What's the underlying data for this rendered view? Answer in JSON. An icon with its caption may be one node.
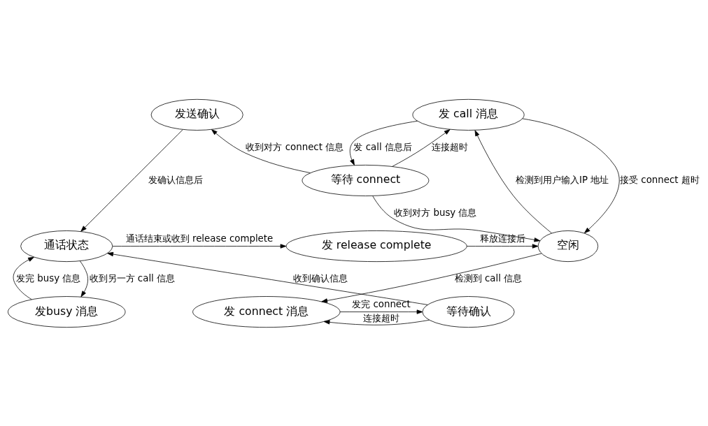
{
  "diagram": {
    "nodes": [
      {
        "text": [
          "等待 connect"
        ]
      },
      {
        "text": [
          "发 call 消息"
        ]
      },
      {
        "text": [
          "发送确认"
        ]
      },
      {
        "text": [
          "空闲"
        ]
      },
      {
        "text": [
          "发 release complete"
        ]
      },
      {
        "text": [
          "通话状态"
        ]
      },
      {
        "text": [
          "发 connect 消息"
        ]
      },
      {
        "text": [
          "等待确认"
        ]
      },
      {
        "text": [
          "发busy 消息"
        ]
      }
    ],
    "edges": [
      {
        "from": 1,
        "to": 0,
        "arrow": "to",
        "label": "发 call 信息后"
      },
      {
        "from": 0,
        "to": 1,
        "arrow": "to",
        "label": "连接超时"
      },
      {
        "from": 0,
        "to": 2,
        "arrow": "to",
        "label": "收到对方 connect 信息"
      },
      {
        "from": 0,
        "to": 3,
        "arrow": "to",
        "label": "收到对方 busy 信息"
      },
      {
        "from": 3,
        "to": 1,
        "arrow": "to",
        "label": "检测到用户输入IP 地址"
      },
      {
        "from": 1,
        "to": 3,
        "arrow": "to",
        "label": "接受 connect 超时"
      },
      {
        "from": 2,
        "to": 5,
        "arrow": "to",
        "label": "发确认信息后"
      },
      {
        "from": 5,
        "to": 4,
        "arrow": "to",
        "label": "通话结束或收到 release complete"
      },
      {
        "from": 4,
        "to": 3,
        "arrow": "to",
        "label": "释放连接后"
      },
      {
        "from": 3,
        "to": 6,
        "arrow": "to",
        "label": "检测到 call 信息"
      },
      {
        "from": 6,
        "to": 7,
        "arrow": "to",
        "label": "发完 connect"
      },
      {
        "from": 7,
        "to": 6,
        "arrow": "to",
        "label": "连接超时"
      },
      {
        "from": 7,
        "to": 5,
        "arrow": "to",
        "label": "收到确认信息"
      },
      {
        "from": 5,
        "to": 8,
        "arrow": "to",
        "label": "收到另一方 call 信息"
      },
      {
        "from": 8,
        "to": 5,
        "arrow": "to",
        "label": "发完 busy 信息"
      }
    ]
  }
}
